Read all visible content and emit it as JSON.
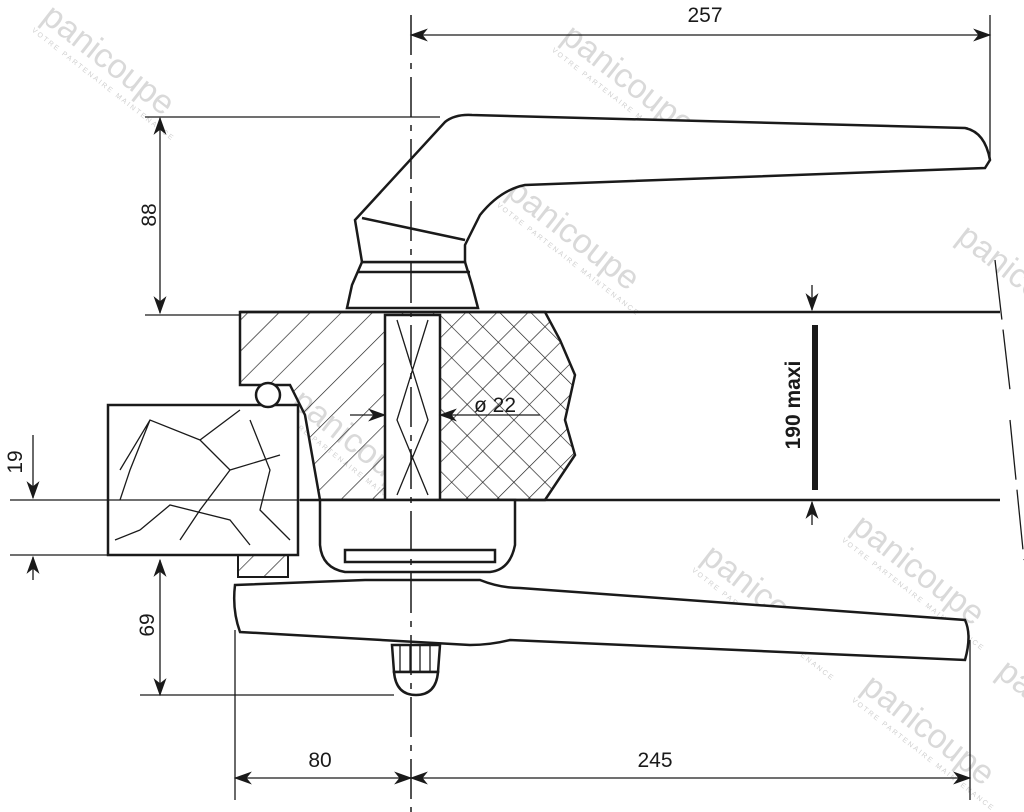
{
  "dimensions": {
    "top_width": "257",
    "handle_height": "88",
    "door_thickness": "190 maxi",
    "spindle_diameter": "ø 22",
    "frame_offset": "19",
    "lower_height": "69",
    "left_width": "80",
    "lower_lever_length": "245"
  },
  "watermark": {
    "brand": "panicoupe",
    "tagline": "VOTRE PARTENAIRE MAINTENANCE",
    "accent_color": "#f08080"
  }
}
